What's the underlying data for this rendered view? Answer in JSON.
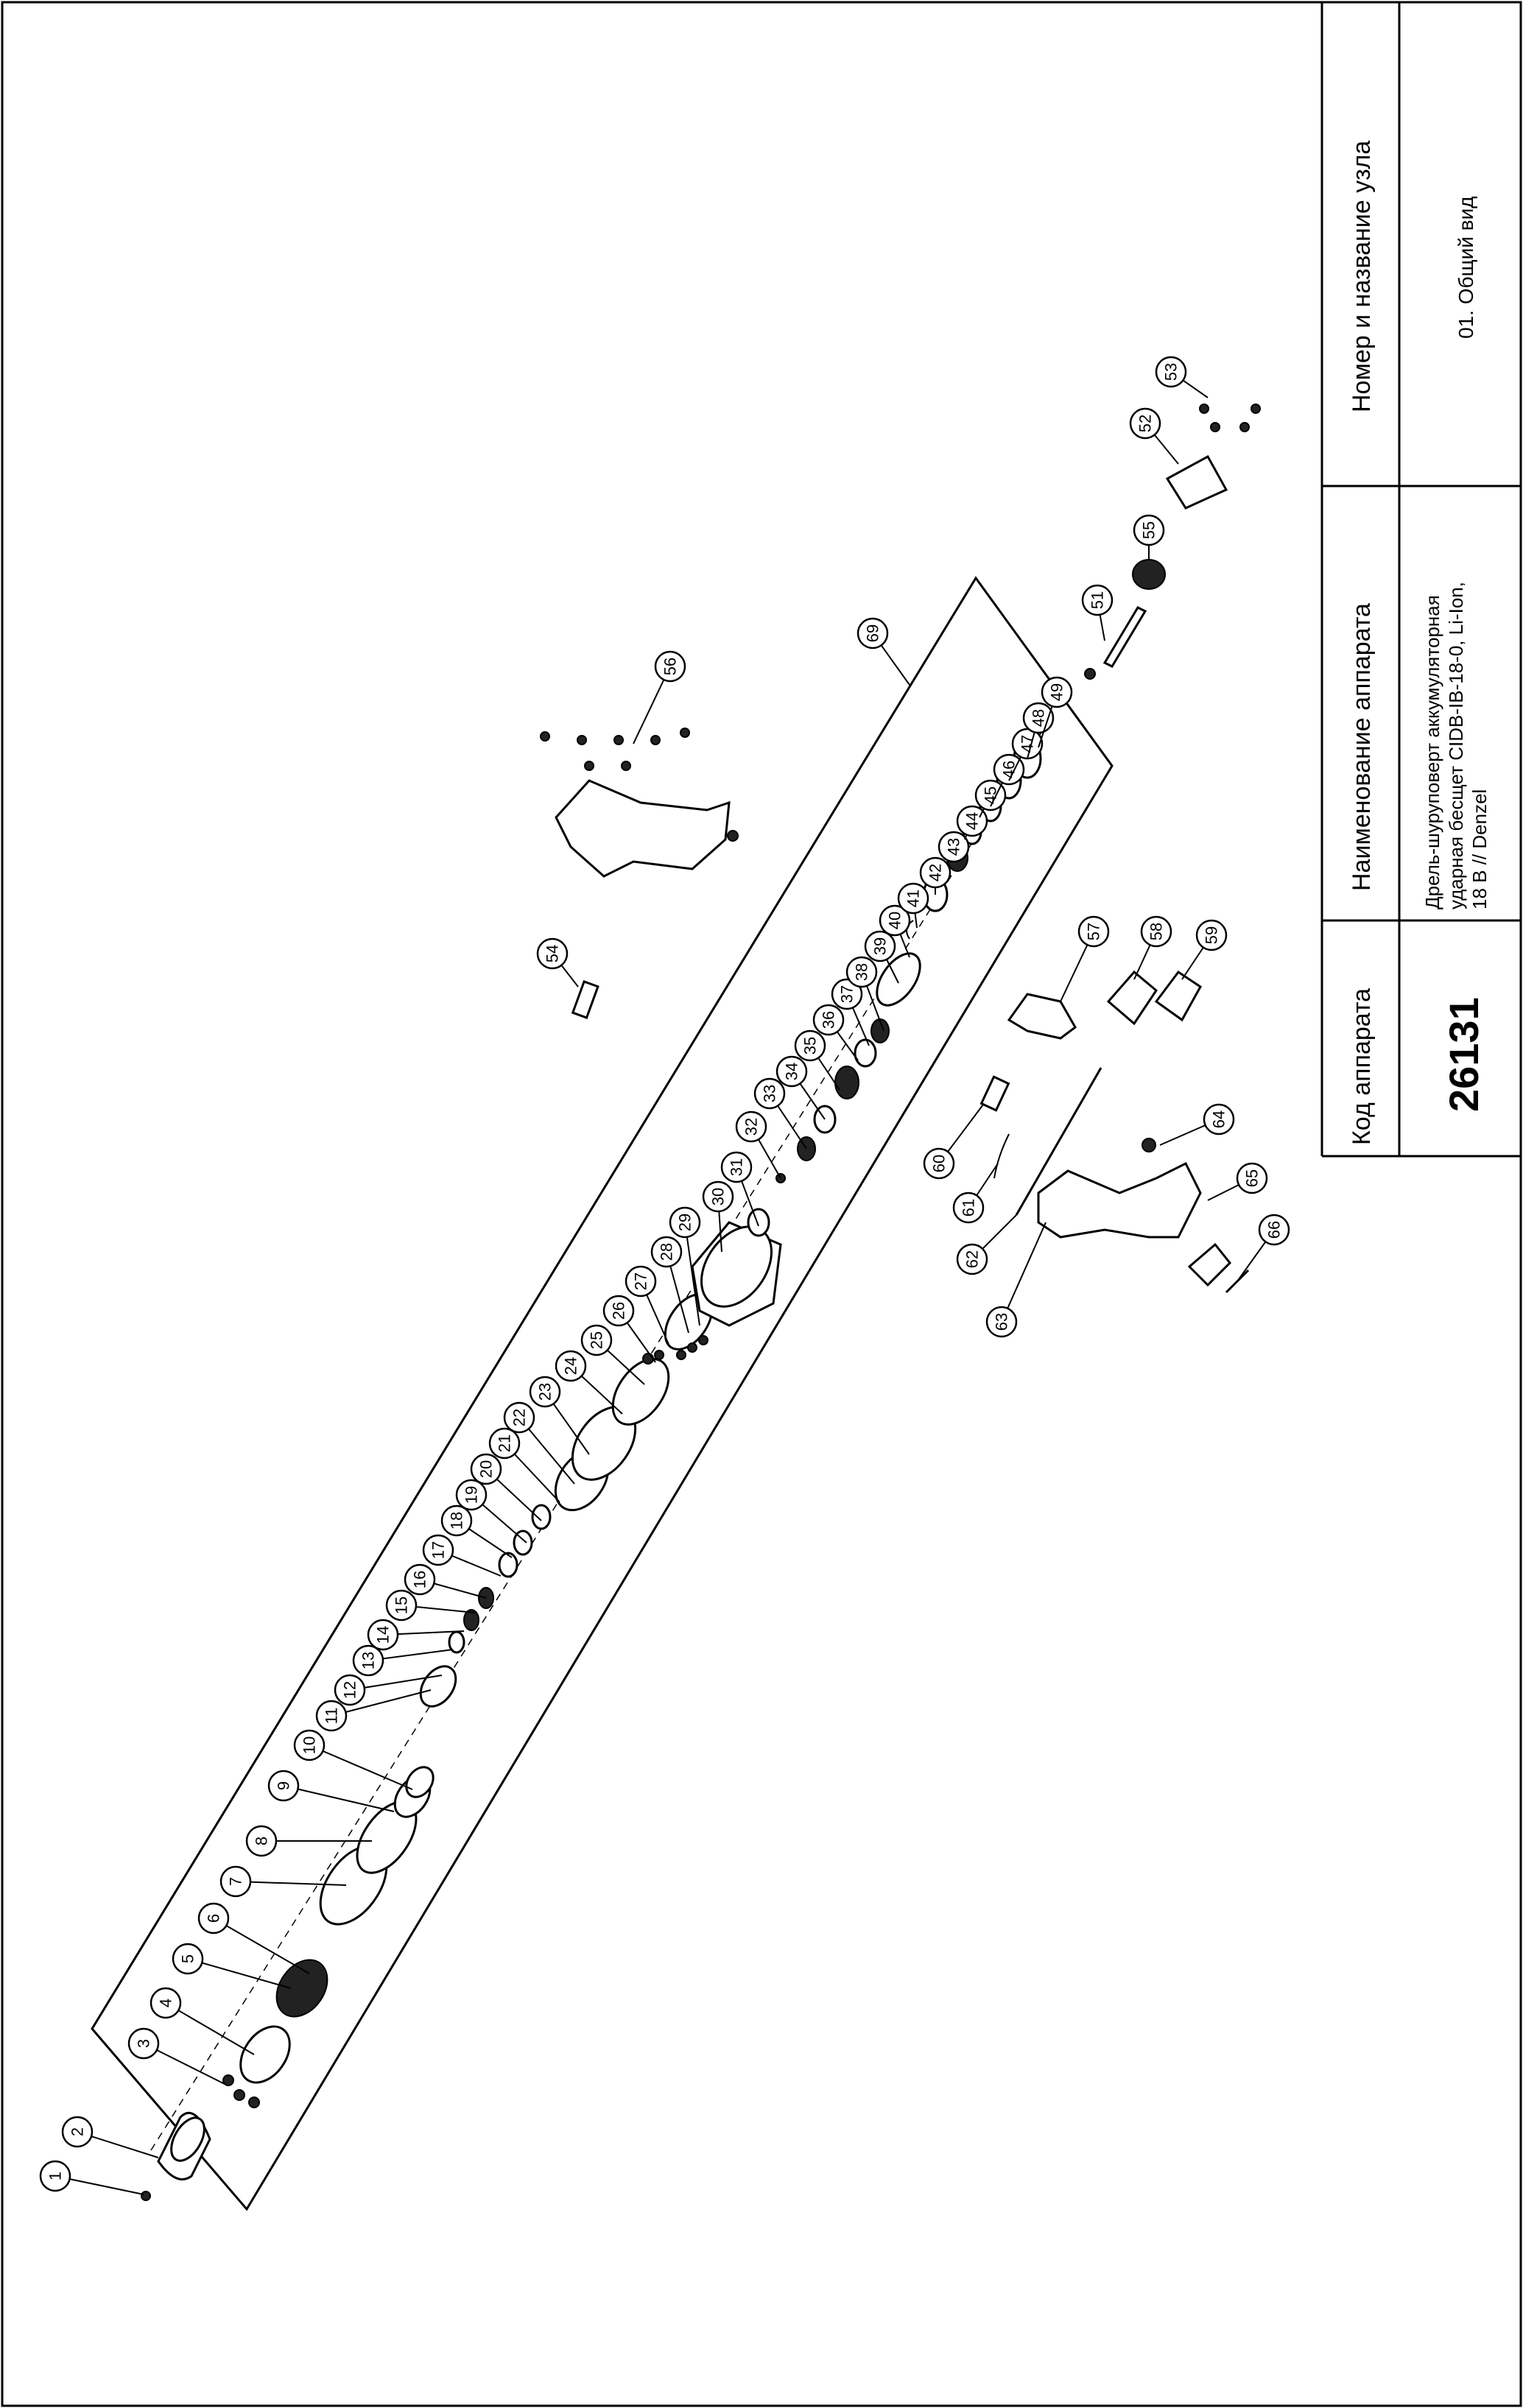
{
  "title_block": {
    "col1_header": "Код аппарата",
    "col1_value": "26131",
    "col2_header": "Наименование аппарата",
    "col2_line1": "Дрель-шуруповерт аккумуляторная",
    "col2_line2": "ударная бесщет CIDB-IB-18-0, Li-Ion,",
    "col2_line3": "18 В // Denzel",
    "col3_header": "Номер и название узла",
    "col3_value": "01. Общий вид"
  },
  "callouts": [
    "1",
    "2",
    "3",
    "4",
    "5",
    "6",
    "7",
    "8",
    "9",
    "10",
    "11",
    "12",
    "13",
    "14",
    "15",
    "16",
    "17",
    "18",
    "19",
    "20",
    "21",
    "22",
    "23",
    "24",
    "25",
    "26",
    "27",
    "28",
    "29",
    "30",
    "31",
    "32",
    "33",
    "34",
    "35",
    "36",
    "37",
    "38",
    "39",
    "40",
    "41",
    "42",
    "43",
    "44",
    "45",
    "46",
    "47",
    "48",
    "49",
    "51",
    "52",
    "53",
    "54",
    "55",
    "56",
    "57",
    "58",
    "59",
    "60",
    "61",
    "62",
    "63",
    "64",
    "65",
    "66",
    "69"
  ]
}
